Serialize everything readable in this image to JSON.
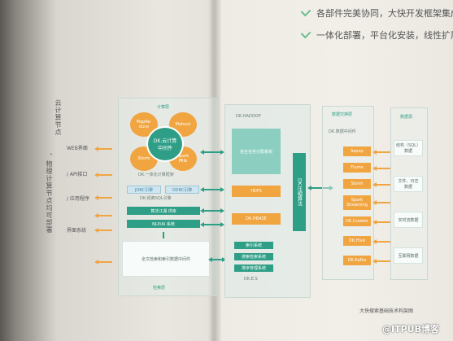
{
  "headlines": [
    "各部件完美协同，大快开发框架集成",
    "一体化部署，平台化安装，线性扩展"
  ],
  "left_vertical_text": [
    "云计算节点",
    "、物理计算节点均可部署"
  ],
  "left_labels": [
    "WEB界面",
    "/ API接口",
    "/ 应用程序",
    "界面系统"
  ],
  "compute_layer": {
    "title": "计算层",
    "center": "DK.云计算\n中间件",
    "petals": [
      "MapRe-\nduce",
      "Mahout",
      "Storm",
      "Spark\nMlib"
    ],
    "caption": "DK.一体化计算框架",
    "jdbc": "JDBC引擎",
    "odbc": "ODBC引擎",
    "sql_caption": "DK.经典SQL引擎",
    "algo": "算法江湖 供库",
    "nlp": "NLP/AI 系统",
    "search": "全文检索和索引数据中间件",
    "bottom_title": "检索层"
  },
  "hadoop": {
    "title": "DK.HADOOP",
    "distributed": "完全任务分配系统",
    "hdfs": "HDFS",
    "hbase": "DK.HBASE",
    "compress": "DK.压缩算法",
    "dke_items": [
      "索引系统",
      "搜索检索系统",
      "排序管理系统"
    ],
    "dke_title": "DK.E.S"
  },
  "exchange": {
    "title": "数据交换层",
    "subtitle": "DK.数据中间件",
    "items": [
      "Sqoop",
      "Flume",
      "Storm",
      "Spark\nStreaming",
      "DK.Crawler",
      "DK.Hive",
      "DK.Kafka"
    ]
  },
  "sources": {
    "title": "数据源",
    "items": [
      "结构（SQL）\n数据",
      "文件、日志\n数据",
      "实时流数据",
      "互联网数据"
    ]
  },
  "figure_caption": "大快搜索基础技术构架图",
  "watermark": "@ITPUB博客"
}
